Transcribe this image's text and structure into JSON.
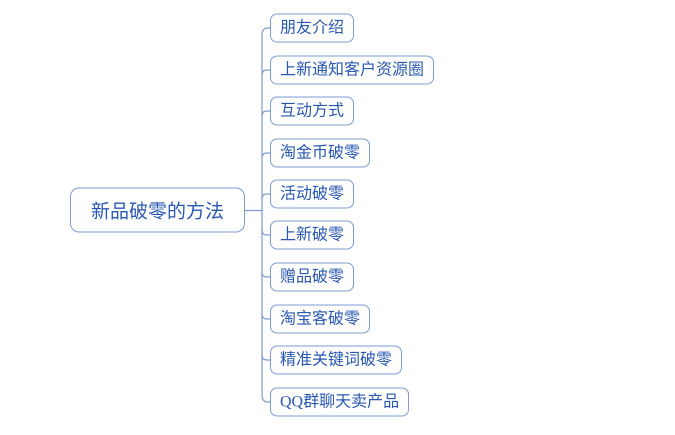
{
  "mindmap": {
    "root": {
      "label": "新品破零的方法"
    },
    "children": [
      {
        "label": "朋友介绍"
      },
      {
        "label": "上新通知客户资源圈"
      },
      {
        "label": "互动方式"
      },
      {
        "label": "淘金币破零"
      },
      {
        "label": "活动破零"
      },
      {
        "label": "上新破零"
      },
      {
        "label": "赠品破零"
      },
      {
        "label": "淘宝客破零"
      },
      {
        "label": "精准关键词破零"
      },
      {
        "label": "QQ群聊天卖产品"
      }
    ]
  },
  "colors": {
    "background": "#ffffff",
    "node_border": "#7d9bd2",
    "node_fill": "#ffffff",
    "node_text": "#2a58b0",
    "connector_line": "#7d9bd2"
  }
}
